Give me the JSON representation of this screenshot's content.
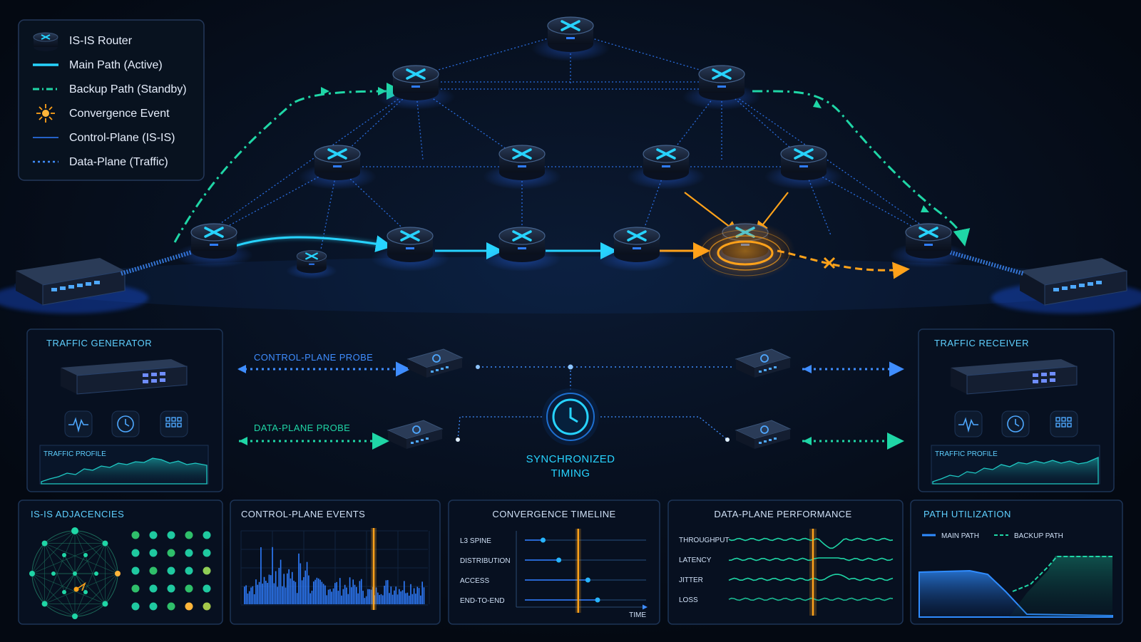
{
  "legend": {
    "items": [
      {
        "label": "IS-IS Router",
        "icon": "router-icon"
      },
      {
        "label": "Main Path (Active)",
        "icon": "solid-line-icon"
      },
      {
        "label": "Backup Path (Standby)",
        "icon": "dash-dot-line-icon"
      },
      {
        "label": "Convergence Event",
        "icon": "starburst-icon"
      },
      {
        "label": "Control-Plane (IS-IS)",
        "icon": "thin-line-icon"
      },
      {
        "label": "Data-Plane (Traffic)",
        "icon": "dotted-line-icon"
      }
    ]
  },
  "colors": {
    "background": "#050b17",
    "main_path": "#27d3ff",
    "backup_path": "#1fd6a6",
    "control_plane": "#2f7dff",
    "convergence": "#ffa21a",
    "panel_border": "#1d3456",
    "panel_title": "#5fd0ff"
  },
  "probes": {
    "control_label": "CONTROL-PLANE PROBE",
    "data_label": "DATA-PLANE PROBE",
    "timing_line1": "SYNCHRONIZED",
    "timing_line2": "TIMING"
  },
  "generator": {
    "title": "TRAFFIC GENERATOR",
    "profile_label": "TRAFFIC PROFILE",
    "icons": [
      "pulse-icon",
      "clock-icon",
      "grid-icon"
    ]
  },
  "receiver": {
    "title": "TRAFFIC RECEIVER",
    "profile_label": "TRAFFIC PROFILE",
    "icons": [
      "pulse-icon",
      "clock-icon",
      "grid-icon"
    ]
  },
  "panels": {
    "adjacencies": {
      "title": "IS-IS ADJACENCIES"
    },
    "events": {
      "title": "CONTROL-PLANE EVENTS"
    },
    "timeline": {
      "title": "CONVERGENCE TIMELINE",
      "rows": [
        {
          "label": "L3 SPINE",
          "value": 0.15
        },
        {
          "label": "DISTRIBUTION",
          "value": 0.28
        },
        {
          "label": "ACCESS",
          "value": 0.52
        },
        {
          "label": "END-TO-END",
          "value": 0.6
        }
      ],
      "event_marker": 0.44,
      "axis_label": "TIME"
    },
    "performance": {
      "title": "DATA-PLANE PERFORMANCE",
      "rows": [
        "THROUGHPUT",
        "LATENCY",
        "JITTER",
        "LOSS"
      ]
    },
    "utilization": {
      "title": "PATH UTILIZATION",
      "legend_main": "MAIN PATH",
      "legend_backup": "BACKUP PATH"
    }
  }
}
